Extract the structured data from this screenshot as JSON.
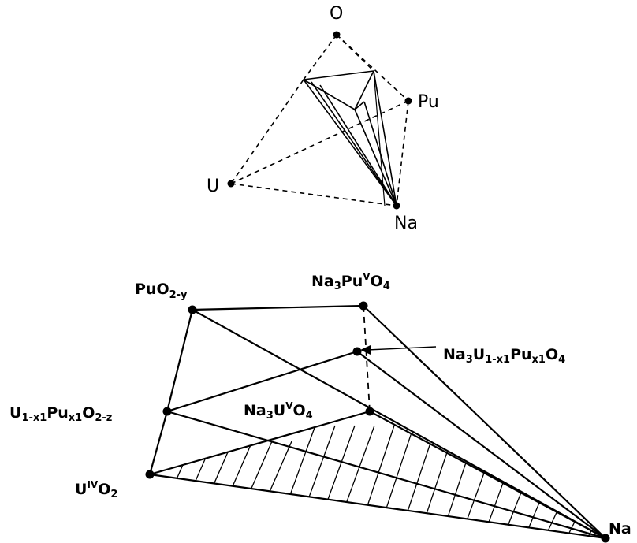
{
  "top_diagram": {
    "vertices": [
      {
        "id": "O",
        "label": "O"
      },
      {
        "id": "Pu",
        "label": "Pu"
      },
      {
        "id": "U",
        "label": "U"
      },
      {
        "id": "Na",
        "label": "Na"
      }
    ]
  },
  "bottom_diagram": {
    "labels": {
      "puo2": {
        "base": "PuO",
        "sub": "2-y"
      },
      "na3puvo4": {
        "p1": "Na",
        "s1": "3",
        "p2": "Pu",
        "sup": "V",
        "p3": "O",
        "s2": "4"
      },
      "na3u1xpuxo4": {
        "p1": "Na",
        "s1": "3",
        "p2": "U",
        "s2": "1-x1",
        "p3": "Pu",
        "s3": "x1",
        "p4": "O",
        "s4": "4"
      },
      "u1xpuxo2z": {
        "p1": "U",
        "s1": "1-x1",
        "p2": "Pu",
        "s2": "x1",
        "p3": "O",
        "s3": "2-z"
      },
      "na3uvo4": {
        "p1": "Na",
        "s1": "3",
        "p2": "U",
        "sup": "V",
        "p3": "O",
        "s2": "4"
      },
      "uivo2": {
        "p1": "U",
        "sup": "IV",
        "p2": "O",
        "s1": "2"
      },
      "na": {
        "text": "Na"
      }
    }
  }
}
